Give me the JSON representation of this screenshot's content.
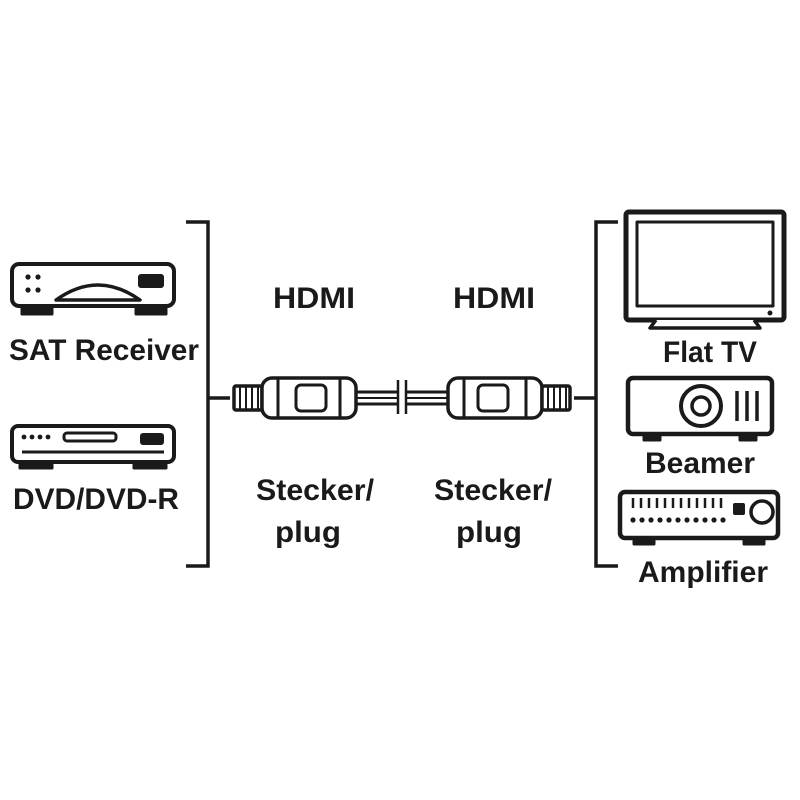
{
  "sources": {
    "sat_receiver": "SAT Receiver",
    "dvd": "DVD/DVD-R"
  },
  "cable": {
    "left_connector": {
      "type": "HDMI",
      "kind_line1": "Stecker/",
      "kind_line2": "plug"
    },
    "right_connector": {
      "type": "HDMI",
      "kind_line1": "Stecker/",
      "kind_line2": "plug"
    }
  },
  "targets": {
    "flat_tv": "Flat TV",
    "beamer": "Beamer",
    "amplifier": "Amplifier"
  },
  "colors": {
    "ink": "#1a1a1a",
    "fill": "#ffffff"
  }
}
